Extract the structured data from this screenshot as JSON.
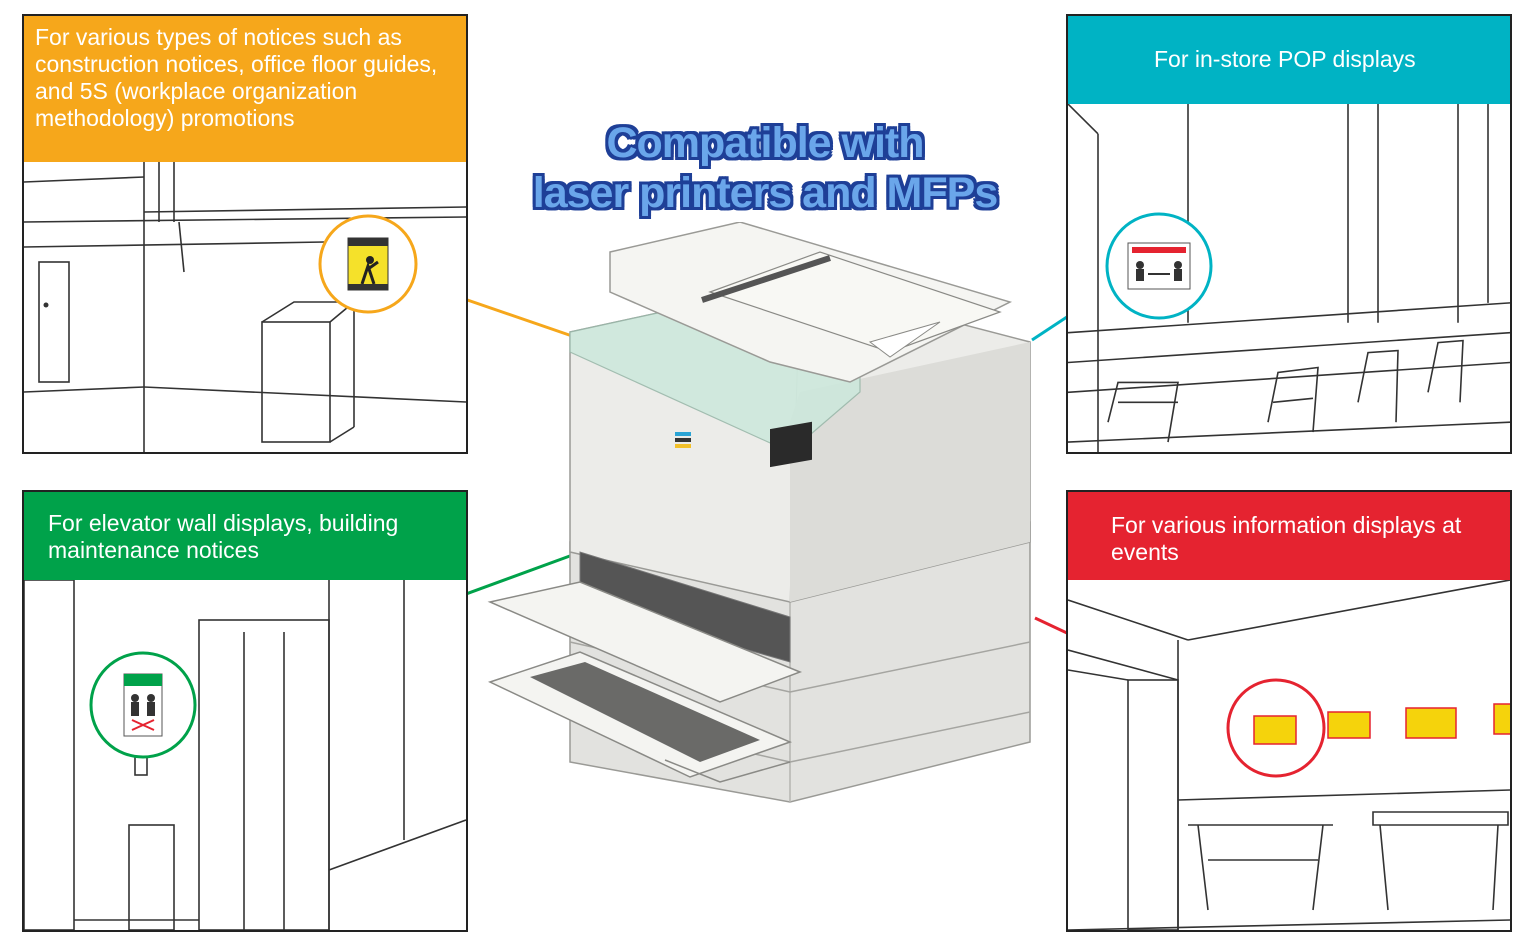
{
  "headline": {
    "line1": "Compatible with",
    "line2": "laser printers and MFPs"
  },
  "panels": [
    {
      "id": "office",
      "caption": "For various types of notices such as construction notices, office floor guides, and 5S (workplace organization methodology) promotions",
      "color": "#f6a71b",
      "icon": "warning-notice-sign"
    },
    {
      "id": "store",
      "caption": "For in-store POP displays",
      "color": "#00b3c4",
      "icon": "social-distancing-pop-sign"
    },
    {
      "id": "elevator",
      "caption": "For elevator wall displays, building maintenance notices",
      "color": "#00a24a",
      "icon": "elevator-distancing-notice"
    },
    {
      "id": "event",
      "caption": "For various information displays at events",
      "color": "#e52330",
      "icon": "sale-signs"
    }
  ],
  "device": {
    "name": "laser-printer-mfp",
    "body_color": "#e8e8e6",
    "panel_color": "#cde8dc"
  }
}
